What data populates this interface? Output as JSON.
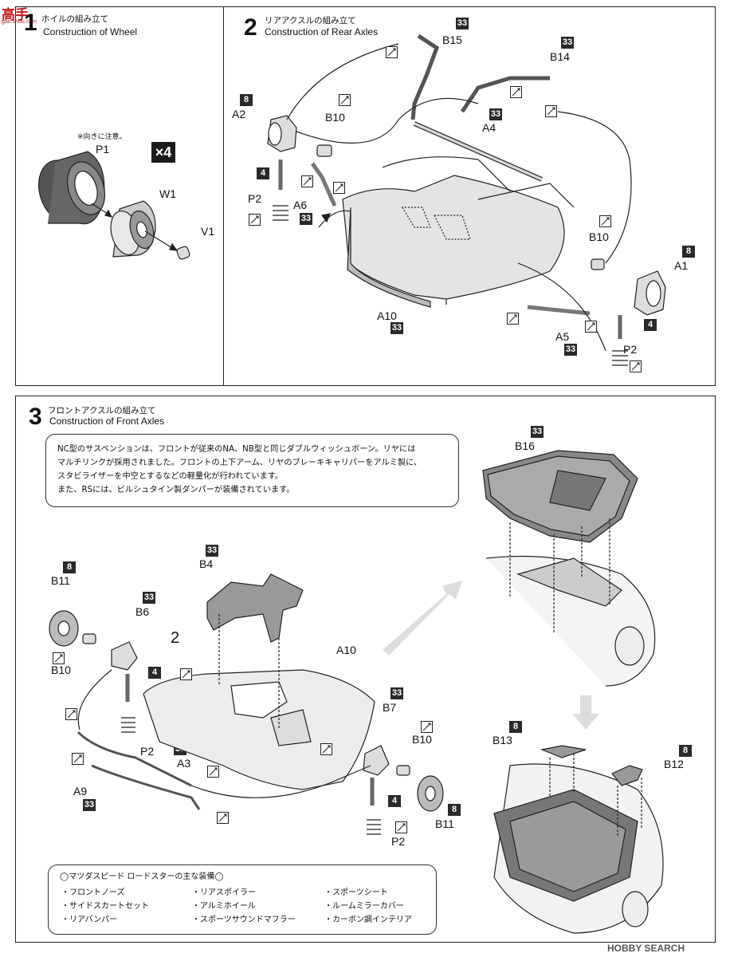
{
  "watermark": {
    "brand": "高手",
    "site": "gao.shou.com"
  },
  "step1": {
    "num": "1",
    "title_jp": "ホイルの組み立て",
    "title_en": "Construction of  Wheel",
    "note": "※向きに注意。",
    "multiplier": "×4",
    "parts": {
      "p1": "P1",
      "w1": "W1",
      "v1": "V1"
    }
  },
  "step2": {
    "num": "2",
    "title_jp": "リアアクスルの組み立て",
    "title_en": "Construction of Rear Axles",
    "parts": {
      "b15": "B15",
      "b14": "B14",
      "a2": "A2",
      "b10a": "B10",
      "a4": "A4",
      "p2a": "P2",
      "a6": "A6",
      "b10b": "B10",
      "a1": "A1",
      "a10": "A10",
      "a5": "A5",
      "p2b": "P2"
    },
    "runners": {
      "r33": "33",
      "r8": "8",
      "r4": "4"
    }
  },
  "step3": {
    "num": "3",
    "title_jp": "フロントアクスルの組み立て",
    "title_en": "Construction of Front Axles",
    "info": [
      "NC型のサスペンションは、フロントが従来のNA、NB型と同じダブルウィッシュボーン。リヤには",
      "マルチリンクが採用されました。フロントの上下アーム、リヤのブレーキキャリパーをアルミ製に、",
      "スタビライザーを中空とするなどの軽量化が行われています。",
      "また、RSには、ビルシュタイン製ダンパーが装備されています。"
    ],
    "parts": {
      "b16": "B16",
      "b4": "B4",
      "b11a": "B11",
      "b6": "B6",
      "step_ref": "2",
      "a10": "A10",
      "b10a": "B10",
      "p2a": "P2",
      "a3": "A3",
      "a9": "A9",
      "b7": "B7",
      "b10b": "B10",
      "b11b": "B11",
      "p2b": "P2",
      "b13": "B13",
      "b12": "B12"
    },
    "runners": {
      "r33": "33",
      "r8": "8",
      "r4": "4"
    }
  },
  "equipment": {
    "title": "◯マツダスピード ロードスターの主な装備◯",
    "col1": [
      "・フロントノーズ",
      "・サイドスカートセット",
      "・リアバンパー"
    ],
    "col2": [
      "・リアスポイラー",
      "・アルミホイール",
      "・スポーツサウンドマフラー"
    ],
    "col3": [
      "・スポーツシート",
      "・ルームミラーカバー",
      "・カーボン調インテリア"
    ]
  },
  "footer": {
    "brand": "HOBBY SEARCH"
  }
}
